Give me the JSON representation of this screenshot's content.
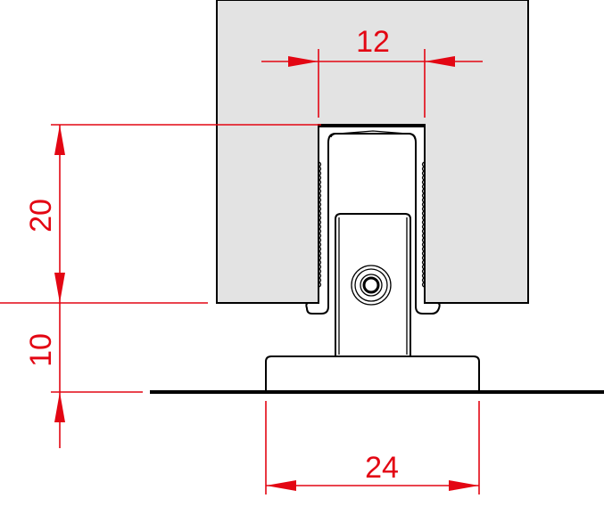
{
  "dimensions": {
    "slot_width": "12",
    "profile_height": "20",
    "clearance_height": "10",
    "base_width": "24"
  },
  "colors": {
    "dimension": "#e30613",
    "profile_fill": "#e3e3e3",
    "outline": "#000000"
  }
}
